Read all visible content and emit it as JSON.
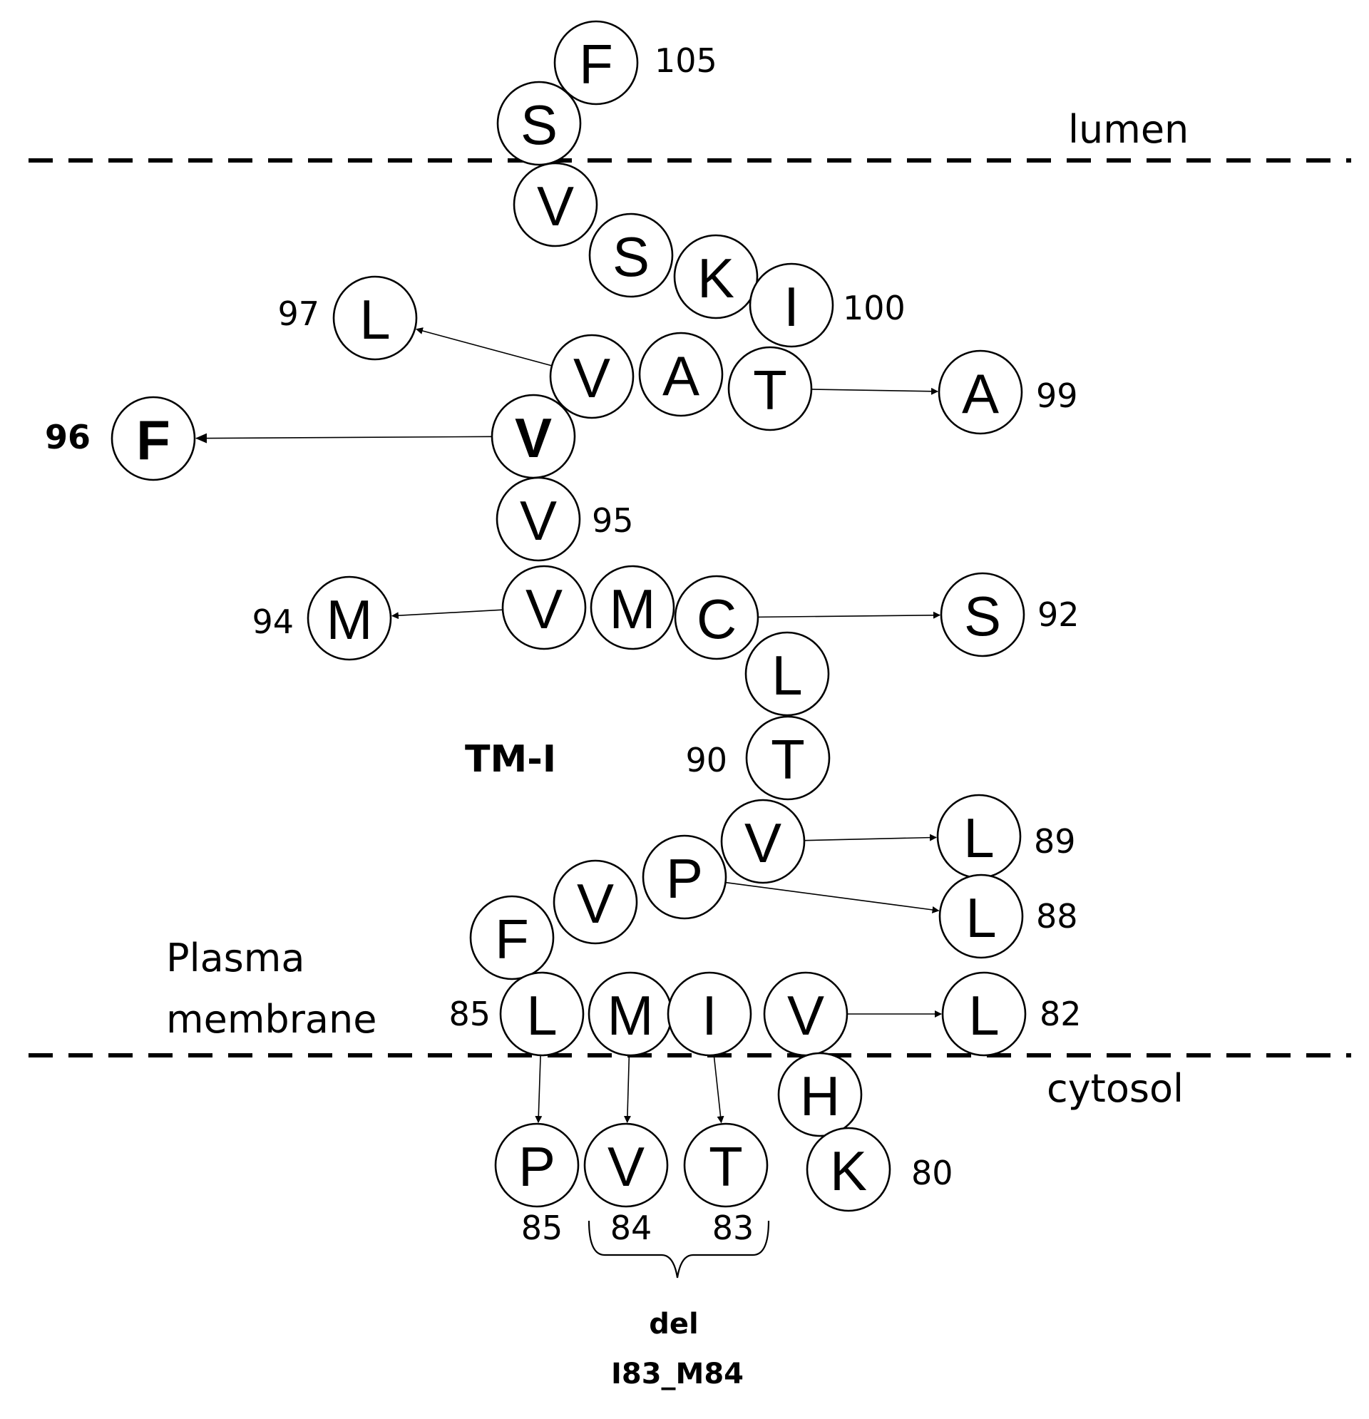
{
  "regions": {
    "lumen": "lumen",
    "cytosol": "cytosol",
    "membrane_line1": "Plasma",
    "membrane_line2": "membrane",
    "tm": "TM-I"
  },
  "chain": [
    {
      "id": "F105",
      "letter": "F"
    },
    {
      "id": "S104",
      "letter": "S"
    },
    {
      "id": "V103",
      "letter": "V"
    },
    {
      "id": "S102",
      "letter": "S"
    },
    {
      "id": "K101",
      "letter": "K"
    },
    {
      "id": "I100",
      "letter": "I"
    },
    {
      "id": "T99",
      "letter": "T"
    },
    {
      "id": "A98",
      "letter": "A"
    },
    {
      "id": "V97",
      "letter": "V"
    },
    {
      "id": "V96",
      "letter": "V",
      "bold": true
    },
    {
      "id": "V95",
      "letter": "V"
    },
    {
      "id": "V94",
      "letter": "V"
    },
    {
      "id": "M93",
      "letter": "M"
    },
    {
      "id": "C92",
      "letter": "C"
    },
    {
      "id": "L91",
      "letter": "L"
    },
    {
      "id": "T90",
      "letter": "T"
    },
    {
      "id": "V89",
      "letter": "V"
    },
    {
      "id": "P88",
      "letter": "P"
    },
    {
      "id": "V87",
      "letter": "V"
    },
    {
      "id": "F86",
      "letter": "F"
    },
    {
      "id": "L85",
      "letter": "L"
    },
    {
      "id": "M84",
      "letter": "M"
    },
    {
      "id": "I83",
      "letter": "I"
    },
    {
      "id": "V82",
      "letter": "V"
    },
    {
      "id": "H81",
      "letter": "H"
    },
    {
      "id": "K80",
      "letter": "K"
    }
  ],
  "chain_labels": [
    {
      "residue": "F105",
      "text": "105"
    },
    {
      "residue": "I100",
      "text": "100"
    },
    {
      "residue": "V95",
      "text": "95"
    },
    {
      "residue": "T90",
      "text": "90"
    },
    {
      "residue": "L85",
      "text": "85"
    },
    {
      "residue": "K80",
      "text": "80"
    }
  ],
  "mutations": [
    {
      "id": "L97",
      "from": "V97",
      "letter": "L",
      "label": "97"
    },
    {
      "id": "A99",
      "from": "T99",
      "letter": "A",
      "label": "99"
    },
    {
      "id": "F96",
      "from": "V96",
      "letter": "F",
      "label": "96",
      "bold": true
    },
    {
      "id": "M94",
      "from": "V94",
      "letter": "M",
      "label": "94"
    },
    {
      "id": "S92",
      "from": "C92",
      "letter": "S",
      "label": "92"
    },
    {
      "id": "L89",
      "from": "V89",
      "letter": "L",
      "label": "89"
    },
    {
      "id": "L88",
      "from": "P88",
      "letter": "L",
      "label": "88"
    },
    {
      "id": "L82",
      "from": "V82",
      "letter": "L",
      "label": "82"
    },
    {
      "id": "P85",
      "from": "L85",
      "letter": "P",
      "label": "85"
    },
    {
      "id": "V84",
      "from": "M84",
      "letter": "V",
      "label": "84"
    },
    {
      "id": "T83",
      "from": "I83",
      "letter": "T",
      "label": "83"
    }
  ],
  "deletion": {
    "line1": "del",
    "line2": "I83_M84"
  }
}
